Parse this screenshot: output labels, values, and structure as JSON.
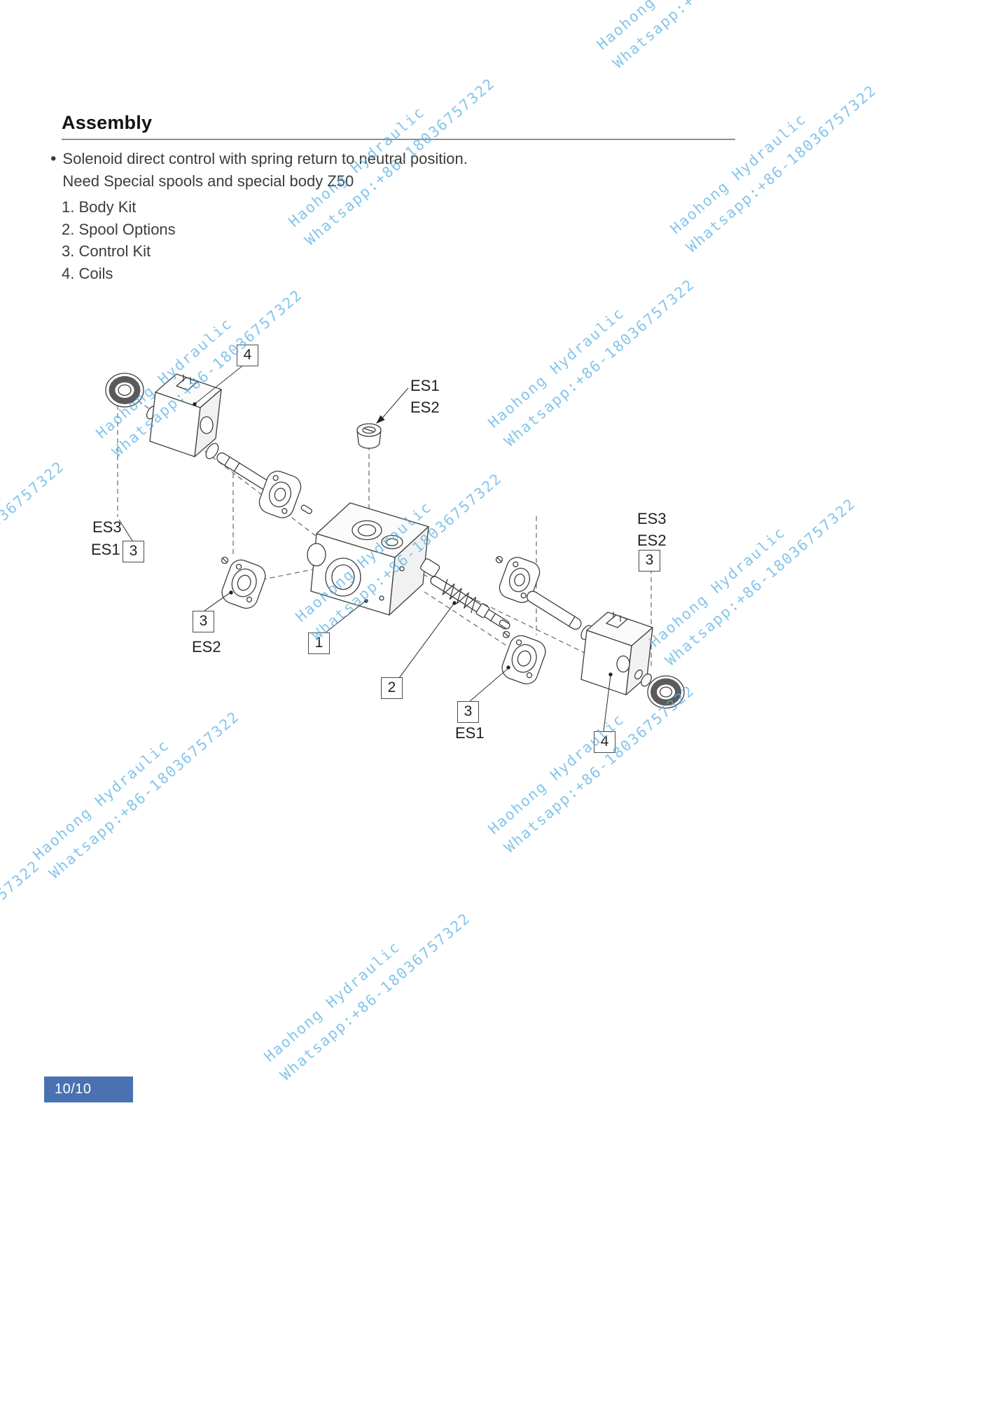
{
  "header": {
    "title": "Assembly"
  },
  "content": {
    "bullet_marker": "•",
    "bullet_line1": "Solenoid direct control with spring return to neutral position.",
    "bullet_line2": "Need Special spools and special body Z50",
    "list_items": [
      "1. Body Kit",
      "2. Spool Options",
      "3. Control Kit",
      "4. Coils"
    ]
  },
  "diagram": {
    "callouts": {
      "coil_top": "4",
      "plug_line1": "ES1",
      "plug_line2": "ES2",
      "left_line1": "ES3",
      "left_line2": "ES1",
      "left_box": "3",
      "mid_left_box": "3",
      "mid_left_label": "ES2",
      "body_box": "1",
      "spool_box": "2",
      "mid_right_box": "3",
      "mid_right_label": "ES1",
      "right_line1": "ES3",
      "right_line2": "ES2",
      "right_box": "3",
      "coil_bottom": "4"
    }
  },
  "watermark": {
    "line1": "Haohong Hydraulic",
    "line2": "Whatsapp:+86-18036757322",
    "color": "#55b0e2"
  },
  "footer": {
    "page_number": "10/10",
    "badge_color": "#4a72b2"
  }
}
